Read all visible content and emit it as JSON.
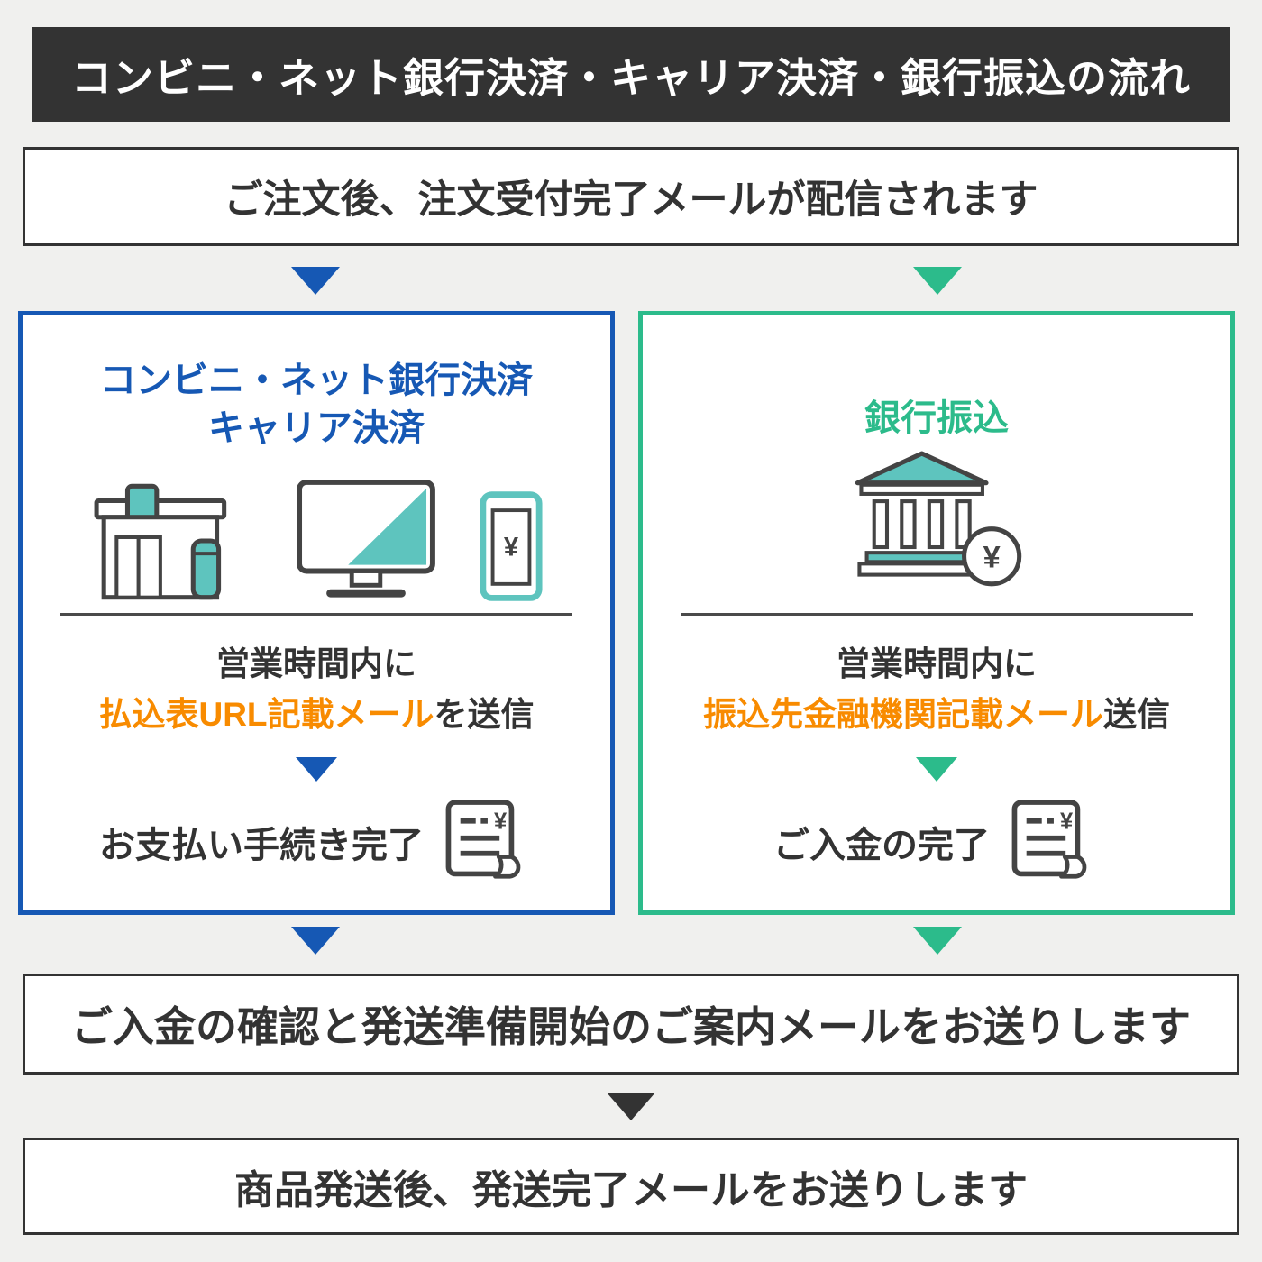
{
  "header": {
    "title": "コンビニ・ネット銀行決済・キャリア決済・銀行振込の流れ"
  },
  "steps": {
    "order_received": "ご注文後、注文受付完了メールが配信されます",
    "payment_confirmed": "ご入金の確認と発送準備開始のご案内メールをお送りします",
    "shipped": "商品発送後、発送完了メールをお送りします"
  },
  "left_branch": {
    "title_line1": "コンビニ・ネット銀行決済",
    "title_line2": "キャリア決済",
    "timing": "営業時間内に",
    "mail_highlight": "払込表URL記載メール",
    "mail_suffix": "を送信",
    "completion": "お支払い手続き完了"
  },
  "right_branch": {
    "title": "銀行振込",
    "timing": "営業時間内に",
    "mail_highlight": "振込先金融機関記載メール",
    "mail_suffix": "送信",
    "completion": "ご入金の完了"
  },
  "icons": {
    "store": "convenience-store-icon",
    "monitor": "computer-monitor-icon",
    "phone": "smartphone-icon",
    "bank": "bank-icon",
    "receipt": "receipt-icon",
    "yen_symbol": "¥"
  },
  "colors": {
    "blue": "#1658b4",
    "green": "#2cbb8b",
    "orange": "#f88b00",
    "dark": "#333333",
    "teal": "#5ec4be",
    "background": "#f0f0ee"
  }
}
